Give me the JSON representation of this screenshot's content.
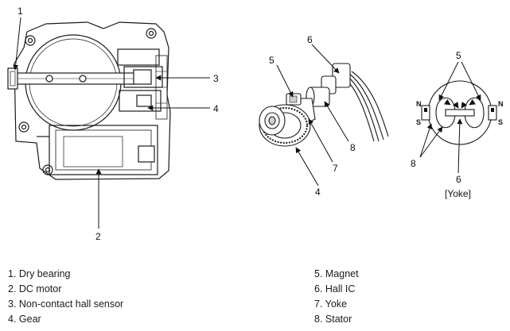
{
  "callouts": {
    "n1": "1",
    "n2": "2",
    "n3": "3",
    "n4": "4",
    "n5a": "5",
    "n6a": "6",
    "n7": "7",
    "n8a": "8",
    "n4b": "4",
    "n5b": "5",
    "n8b": "8",
    "n6b": "6"
  },
  "yoke_caption": "[Yoke]",
  "poles": {
    "n_left": "N",
    "s_left": "S",
    "n_right": "N",
    "s_right": "S"
  },
  "legend": {
    "left": [
      "1. Dry bearing",
      "2. DC motor",
      "3. Non-contact hall sensor",
      "4. Gear"
    ],
    "right": [
      "5. Magnet",
      "6. Hall IC",
      "7. Yoke",
      "8. Stator"
    ]
  },
  "colors": {
    "line": "#1a1a1a",
    "fill": "#ffffff",
    "shade": "#cfcfcf"
  }
}
